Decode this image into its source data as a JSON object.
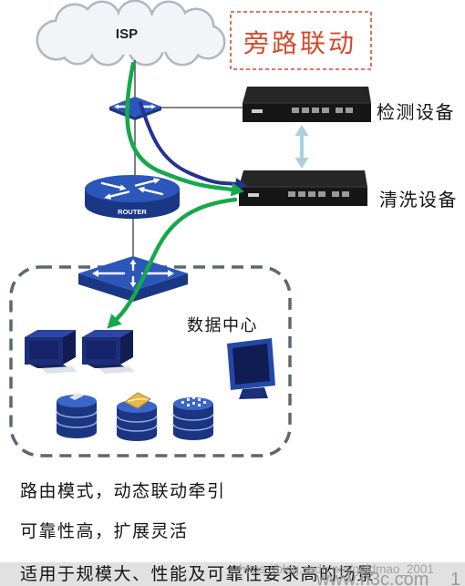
{
  "diagram": {
    "isp_label": "ISP",
    "mode_title": "旁路联动",
    "router_label": "ROUTER",
    "detection_device_label": "检测设备",
    "cleaning_device_label": "清洗设备",
    "datacenter_label": "数据中心"
  },
  "bullets": [
    "路由模式，动态联动牵引",
    "可靠性高，扩展灵活",
    "适用于规模大、性能及可靠性要求高的场景"
  ],
  "watermark": {
    "blog_url": "https://blog.csdn.net/goldmao_2001",
    "site": "www.h3c.com",
    "page_number": "1"
  },
  "colors": {
    "title_red": "#d34a2c",
    "traffic_green": "#17a84b",
    "diversion_blue": "#26328f",
    "device_blue": "#2b56ba",
    "device_blue_dark": "#1a3785",
    "rack_black": "#161616",
    "link_light_blue": "#a9d0e2",
    "frame_grey": "#5c6870"
  }
}
